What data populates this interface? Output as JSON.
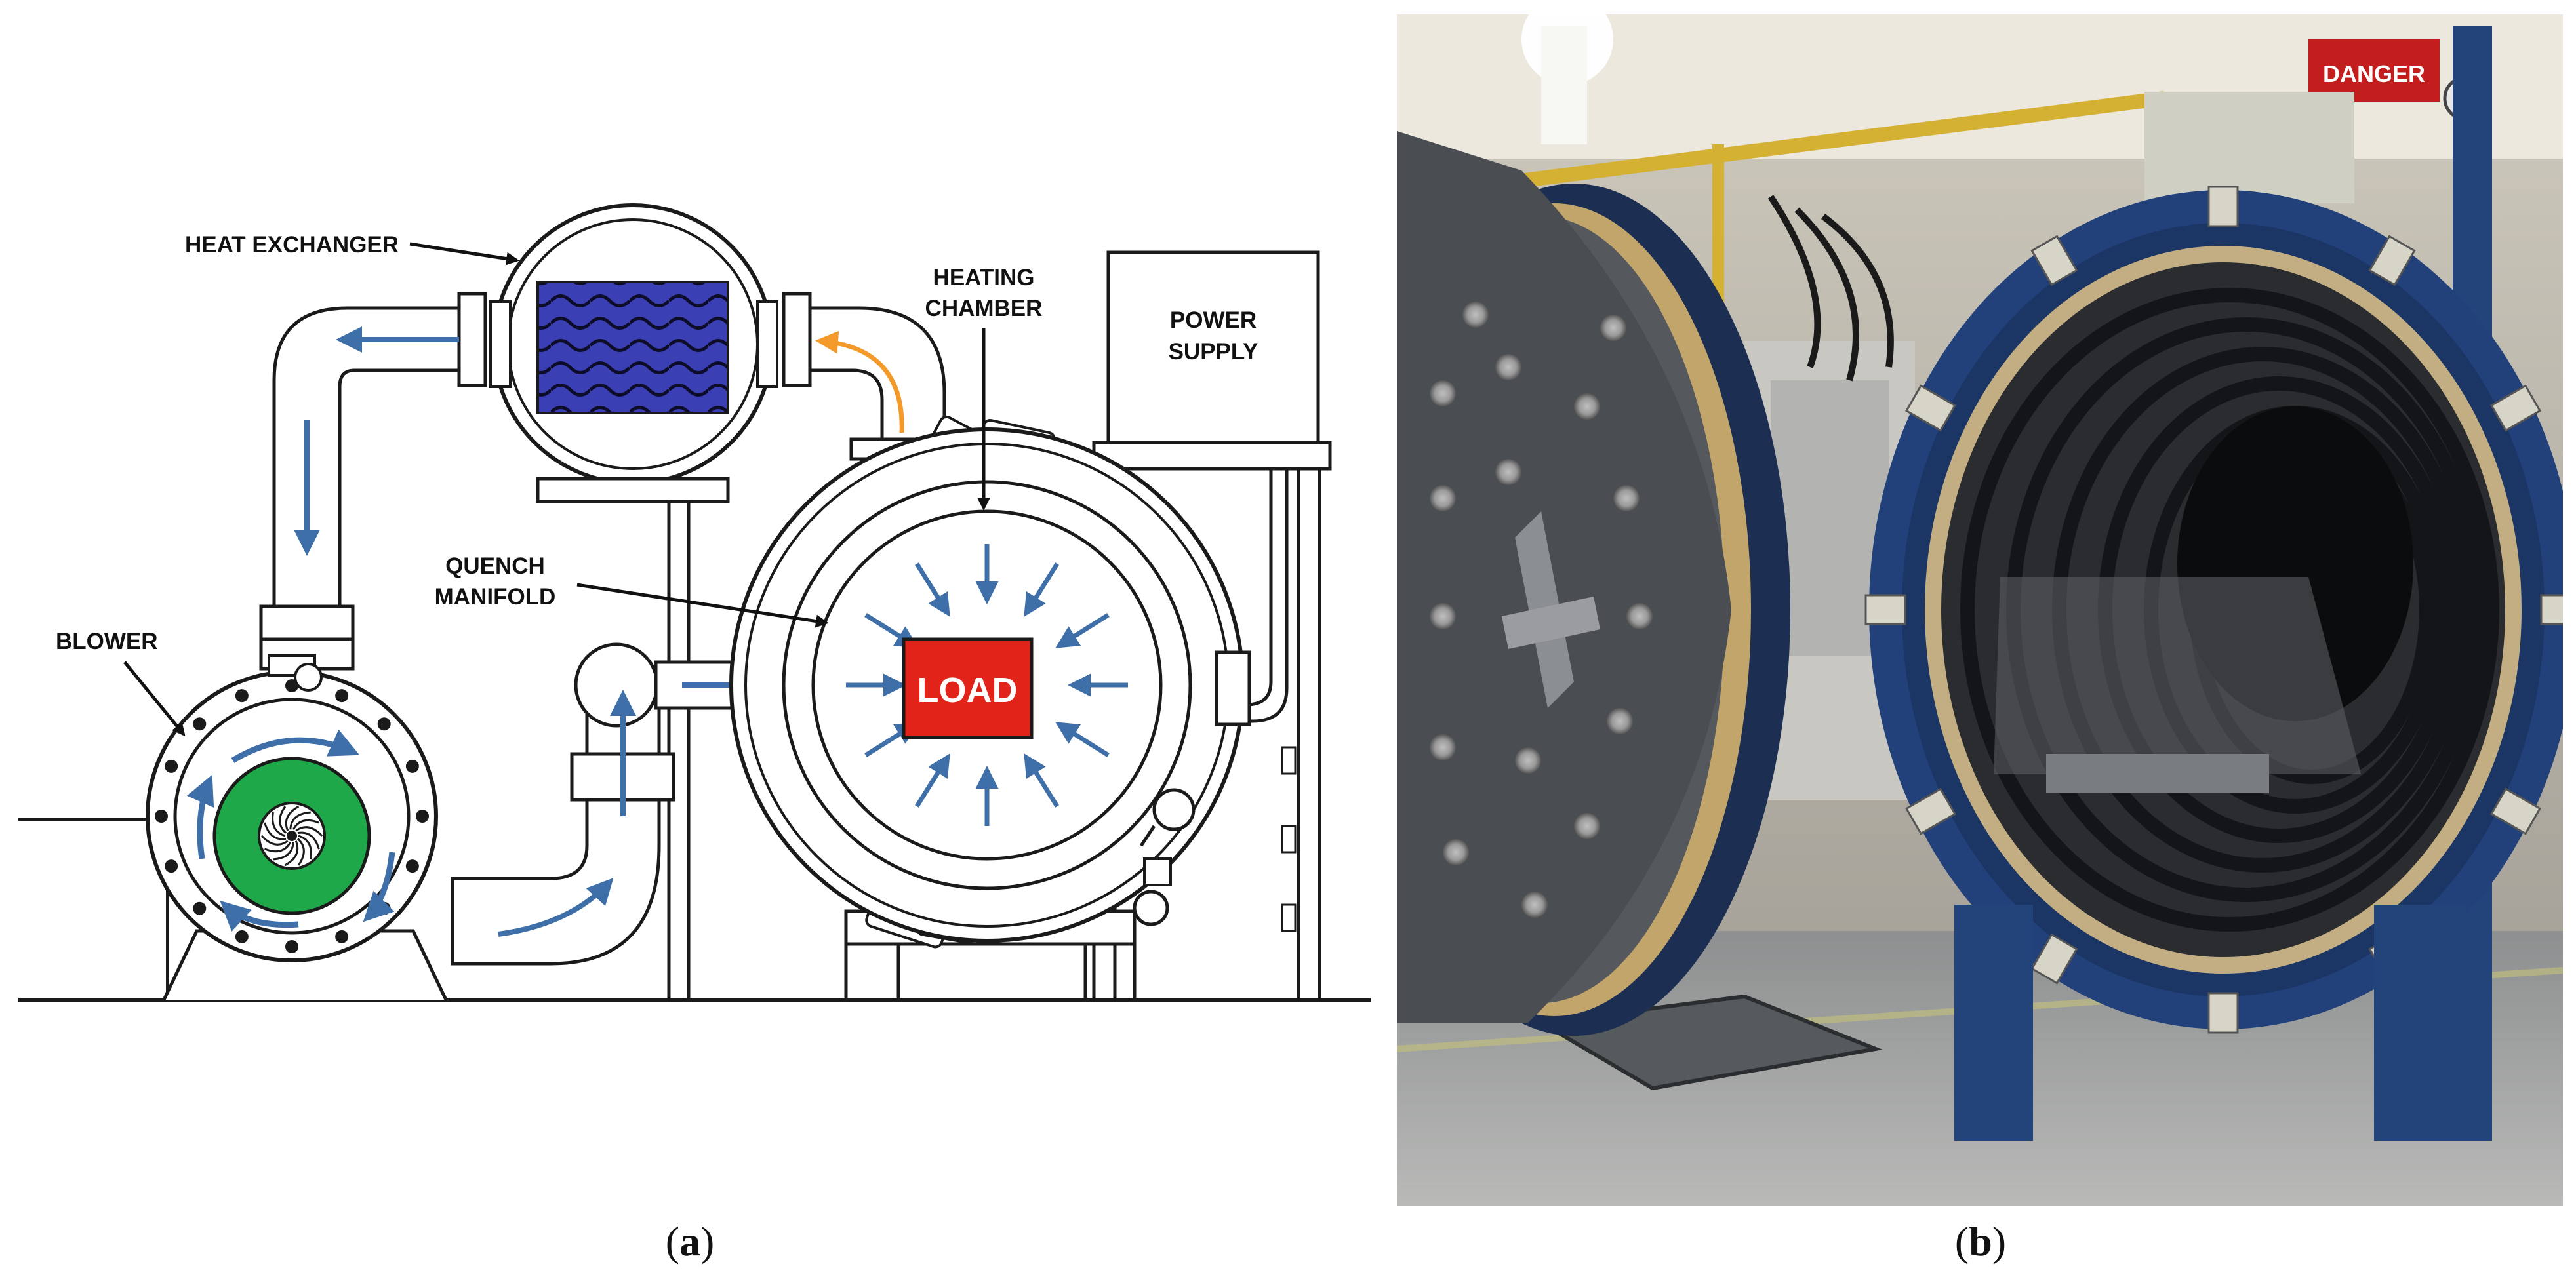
{
  "figure": {
    "panel_a": {
      "caption_letter": "a",
      "labels": {
        "heat_exchanger": "HEAT EXCHANGER",
        "heating_chamber_line1": "HEATING",
        "heating_chamber_line2": "CHAMBER",
        "power_supply_line1": "POWER",
        "power_supply_line2": "SUPPLY",
        "quench_manifold_line1": "QUENCH",
        "quench_manifold_line2": "MANIFOLD",
        "blower": "BLOWER",
        "load": "LOAD"
      }
    },
    "panel_b": {
      "caption_letter": "b",
      "sign_text": "DANGER"
    }
  },
  "colors": {
    "line": "#1a1a1a",
    "flow_arrow": "#3f6fa8",
    "hot_arrow": "#f39a2b",
    "heat_exchanger_fill": "#3a3fb4",
    "impeller_fill": "#1fa84a",
    "load_fill": "#e2231a"
  }
}
